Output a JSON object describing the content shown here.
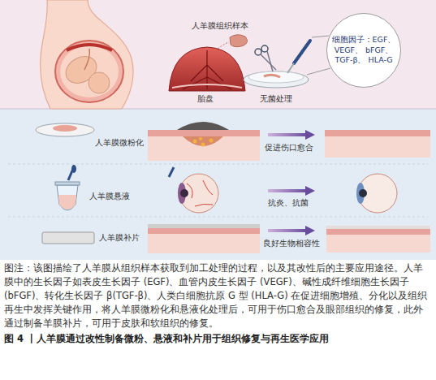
{
  "diagram": {
    "title": "图 4 丨人羊膜通过改性制备微粉、悬液和补片用于组织修复与再生医学应用",
    "caption": "图注：该图描绘了人羊膜从组织样本获取到加工处理的过程，以及其改性后的主要应用途径。人羊膜中的生长因子如表皮生长因子 (EGF)、血管内皮生长因子 (VEGF)、碱性成纤维细胞生长因子 (bFGF)、转化生长因子 β(TGF-β)、人类白细胞抗原 G 型 (HLA-G) 在促进细胞增殖、分化以及组织再生中发挥关键作用，将人羊膜微粉化和悬液化处理后，可用于伤口愈合及眼部组织的修复，此外通过制备羊膜补片，可用于皮肤和软组织的修复。",
    "nodes": [
      {
        "text": [
          "细胞因子：EGF、 VEGF、 bFGF、 TGF-β、 HLA-G"
        ]
      }
    ],
    "labels": [
      "人羊膜组织样本",
      "胎盘",
      "无菌处理",
      "人羊膜微粉化",
      "促进伤口愈合",
      "人羊膜悬液",
      "抗炎、抗菌",
      "人羊膜补片",
      "良好生物相容性"
    ]
  }
}
